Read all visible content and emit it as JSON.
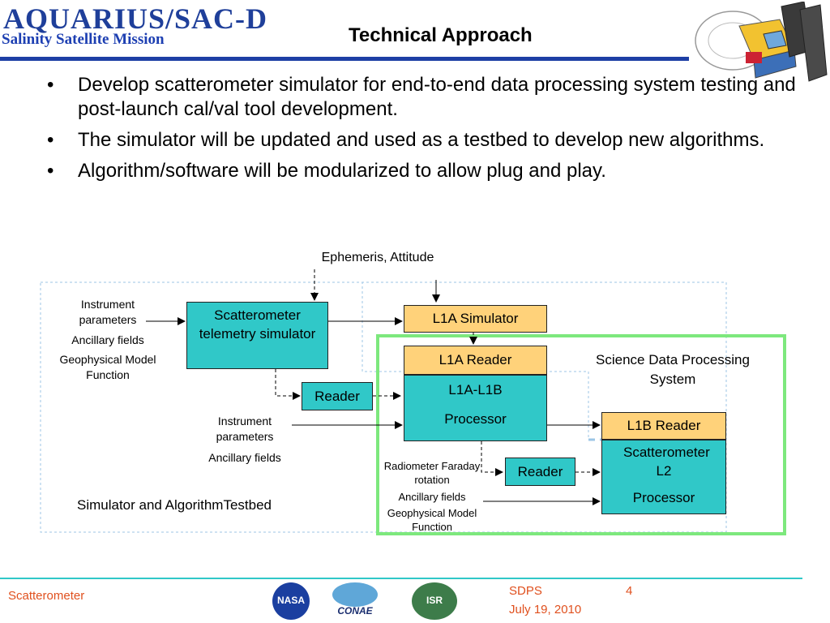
{
  "header": {
    "logo_text": "AQUARIUS/SAC-D",
    "mission": "Salinity Satellite Mission",
    "title": "Technical Approach"
  },
  "bullets": [
    "Develop scatterometer simulator for end-to-end data processing system testing and post-launch cal/val tool development.",
    "The simulator will be updated and used as a testbed to develop new algorithms.",
    "Algorithm/software will be modularized to allow plug and play."
  ],
  "diagram": {
    "ephemeris": "Ephemeris, Attitude",
    "inputs_top": [
      "Instrument parameters",
      "Ancillary fields",
      "Geophysical Model Function"
    ],
    "scat_telemetry_sim": "Scatterometer telemetry simulator",
    "l1a_simulator": "L1A Simulator",
    "l1a_reader": "L1A Reader",
    "l1a_l1b_line1": "L1A-L1B",
    "l1a_l1b_line2": "Processor",
    "reader1": "Reader",
    "reader2": "Reader",
    "science_system": "Science Data Processing System",
    "inputs_mid": [
      "Instrument parameters",
      "Ancillary fields"
    ],
    "l1b_reader": "L1B Reader",
    "scat_l2_line1": "Scatterometer L2",
    "scat_l2_line2": "Processor",
    "inputs_bottom": [
      "Radiometer Faraday rotation",
      "Ancillary fields",
      "Geophysical Model Function"
    ],
    "testbed": "Simulator and AlgorithmTestbed"
  },
  "footer": {
    "left": "Scatterometer",
    "sdps": "SDPS",
    "date": "July 19, 2010",
    "page": "4",
    "logos": [
      "NASA",
      "CONAE",
      "ISR"
    ]
  },
  "colors": {
    "teal": "#30c8c8",
    "orange": "#ffd27a",
    "green_frame": "#7de87d",
    "blue_rule": "#1d3fa5",
    "footer_text": "#e0501e"
  }
}
